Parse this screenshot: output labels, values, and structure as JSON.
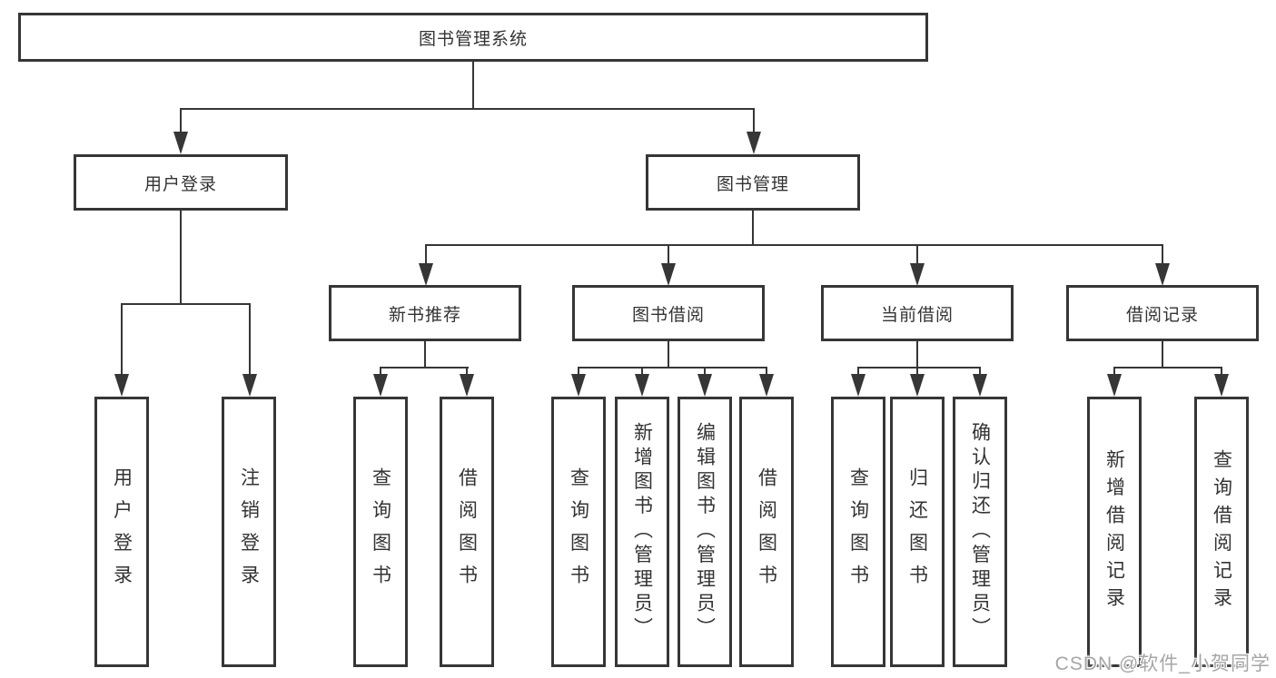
{
  "tree": {
    "label": "图书管理系统",
    "children": [
      {
        "label": "用户登录",
        "children": [
          {
            "label": "用户登录"
          },
          {
            "label": "注销登录"
          }
        ]
      },
      {
        "label": "图书管理",
        "children": [
          {
            "label": "新书推荐",
            "children": [
              {
                "label": "查询图书"
              },
              {
                "label": "借阅图书"
              }
            ]
          },
          {
            "label": "图书借阅",
            "children": [
              {
                "label": "查询图书"
              },
              {
                "label": "新增图书（管理员）"
              },
              {
                "label": "编辑图书（管理员）"
              },
              {
                "label": "借阅图书"
              }
            ]
          },
          {
            "label": "当前借阅",
            "children": [
              {
                "label": "查询图书"
              },
              {
                "label": "归还图书"
              },
              {
                "label": "确认归还（管理员）"
              }
            ]
          },
          {
            "label": "借阅记录",
            "children": [
              {
                "label": "新增借阅记录"
              },
              {
                "label": "查询借阅记录"
              }
            ]
          }
        ]
      }
    ]
  },
  "watermark": {
    "text": "CSDN @软件_小贺同学"
  },
  "colors": {
    "line": "#363636",
    "text": "#333333",
    "background": "#ffffff",
    "watermark": "#a6a6a6"
  }
}
